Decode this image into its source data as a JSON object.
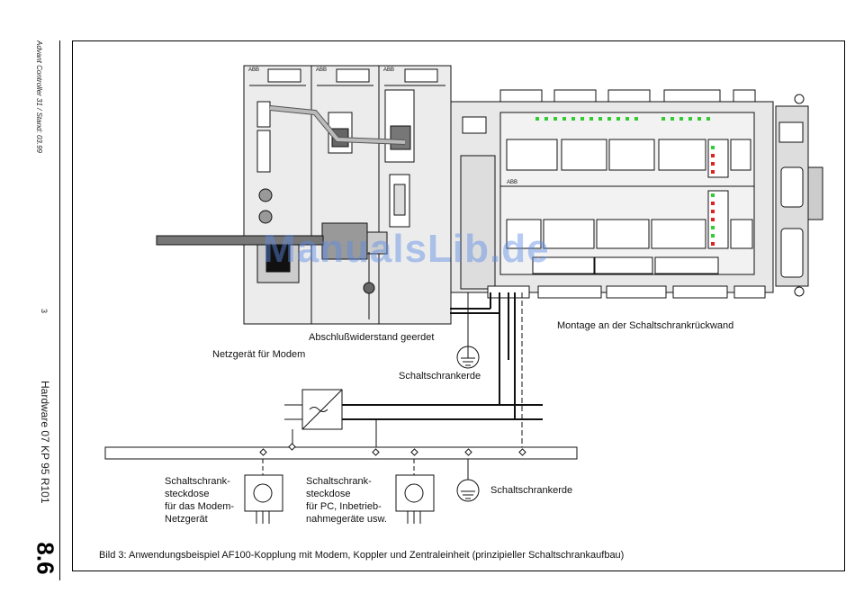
{
  "sidebar": {
    "doc_ref": "Advant Controller 31 / Stand: 03.99",
    "page_number": "3",
    "title": "Hardware 07 KP 95 R101",
    "section": "8.6"
  },
  "labels": {
    "abschluss": "Abschlußwiderstand geerdet",
    "montage": "Montage an der Schaltschrankrückwand",
    "netzgeraet": "Netzgerät für Modem",
    "schaltschrankerde_top": "Schaltschrankerde",
    "schaltschrankerde_bottom": "Schaltschrankerde",
    "steckdose_modem": [
      "Schaltschrank-",
      "steckdose",
      "für das Modem-",
      "Netzgerät"
    ],
    "steckdose_pc": [
      "Schaltschrank-",
      "steckdose",
      "für PC, Inbetrieb-",
      "nahmegeräte usw."
    ]
  },
  "caption": "Bild 3: Anwendungsbeispiel AF100-Kopplung mit Modem, Koppler und Zentraleinheit (prinzipieller Schaltschrankaufbau)",
  "watermark": "ManualsLib.de",
  "device_text": {
    "abb_1": "ABB",
    "abb_2": "ABB",
    "abb_3": "ABB",
    "abb_main": "ABB"
  },
  "colors": {
    "line": "#111111",
    "device_fill": "#e6e6e6",
    "led_green": "#33cc33",
    "led_red": "#dd2222",
    "watermark": "#5a8ce6"
  }
}
